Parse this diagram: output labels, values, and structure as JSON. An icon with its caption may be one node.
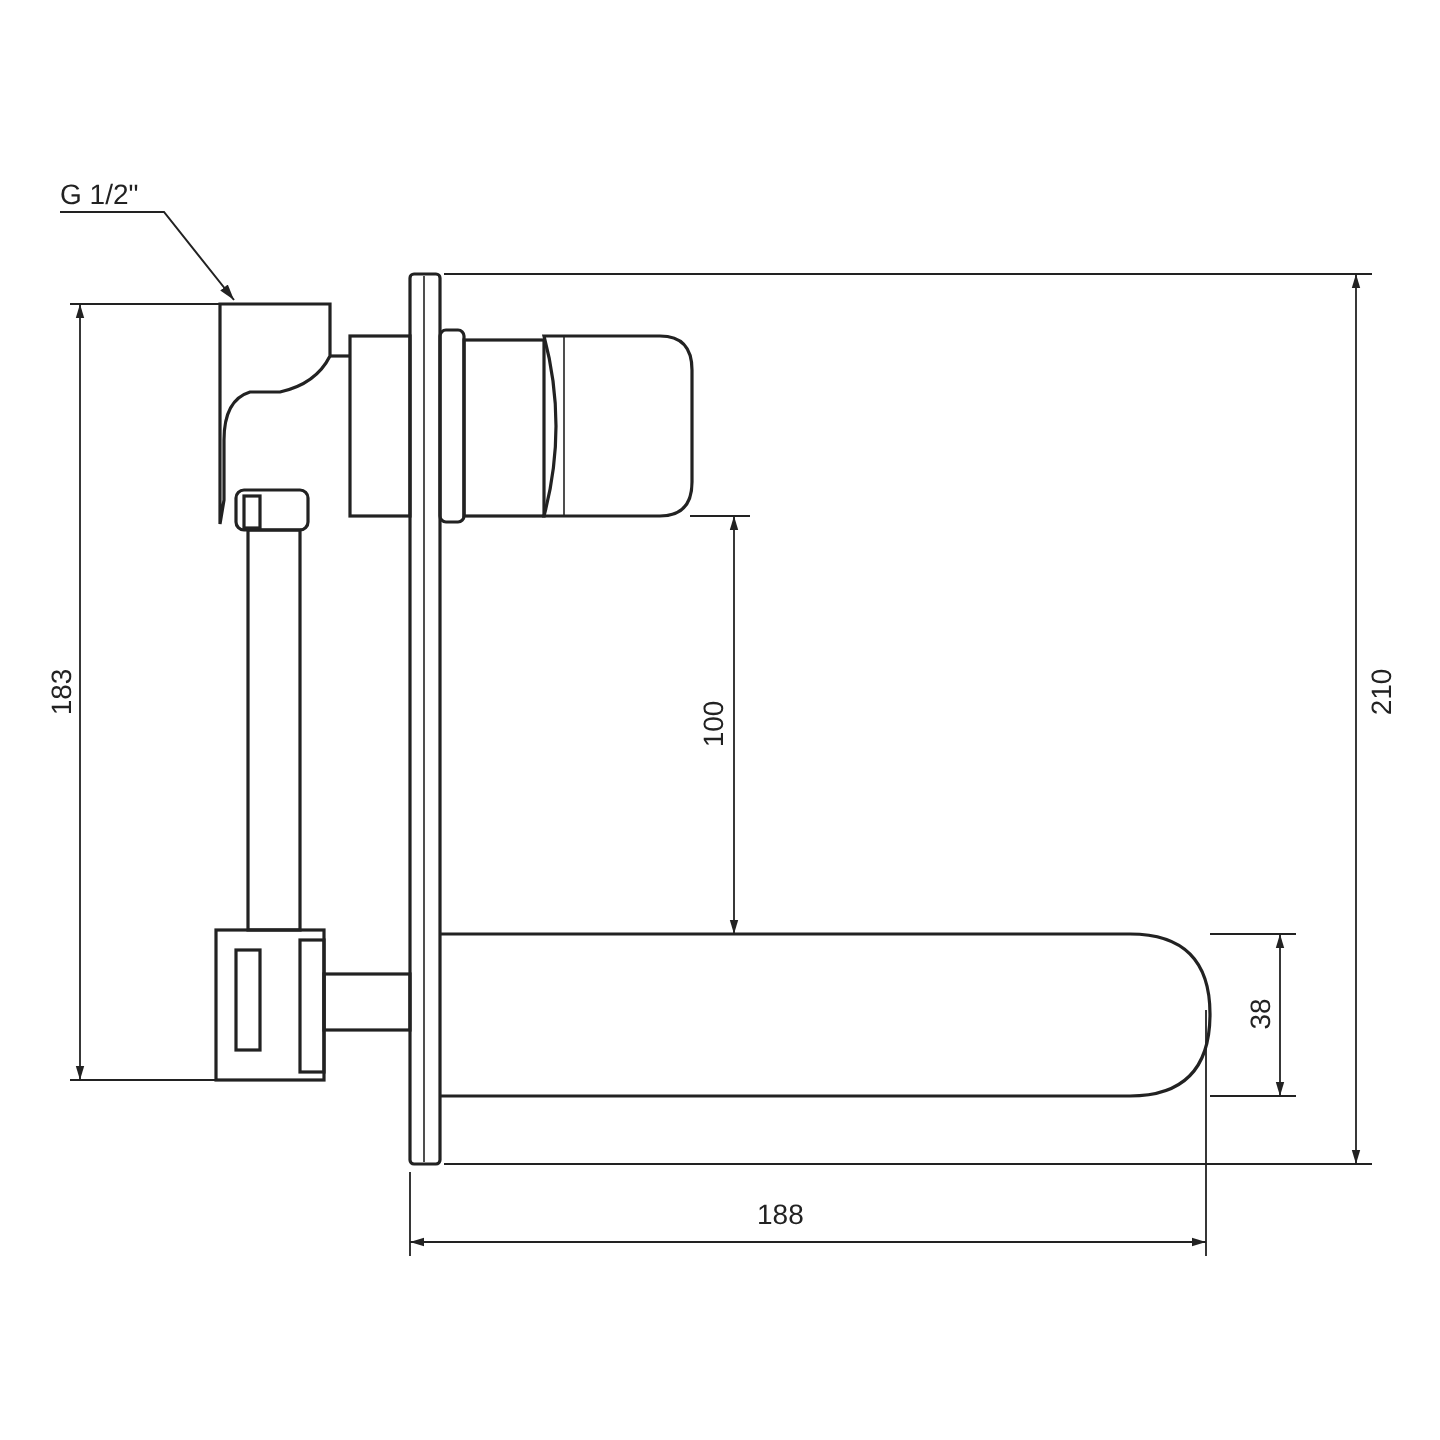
{
  "diagram": {
    "nodes": [
      {
        "text": [
          "G 1/2\""
        ]
      },
      {
        "text": [],
        "shape": "picture"
      }
    ],
    "edges": [
      {
        "from": 0,
        "to": 1,
        "arrow": "to"
      }
    ],
    "labels": [
      "183",
      "100",
      "210",
      "38",
      "188"
    ]
  }
}
